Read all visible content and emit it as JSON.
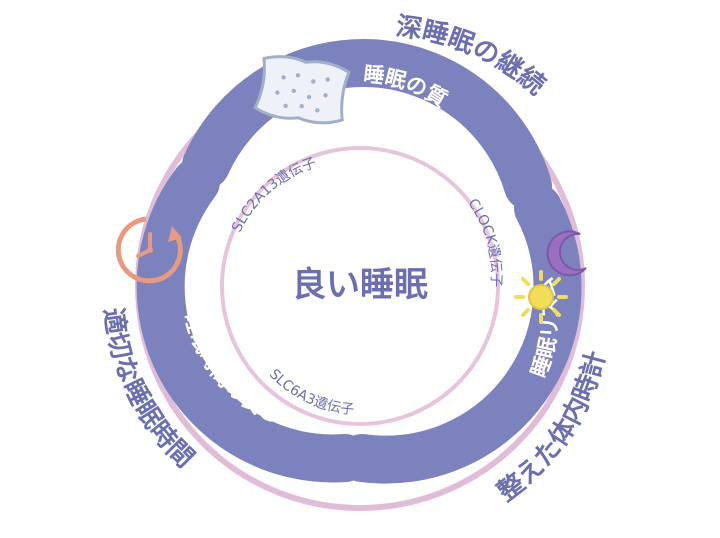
{
  "center": {
    "title": "良い睡眠"
  },
  "segments": {
    "top": "睡眠の質",
    "right": "睡眠リズム",
    "left": "睡眠時間の長さ"
  },
  "outer_labels": {
    "top_right": "深睡眠の継続",
    "bottom_right": "整えた体内時計",
    "left": "適切な睡眠時間"
  },
  "genes": {
    "top": "SLC2A13遺伝子",
    "right": "CLOCK遺伝子",
    "bottom": "SLC6A3遺伝子"
  },
  "icons": [
    "pillow-icon",
    "clock-icon",
    "moon-icon",
    "sun-icon"
  ],
  "colors": {
    "segment": "#7c82bd",
    "outer_ring": "#e0bcd8",
    "inner_ring": "#e6c4dc",
    "text": "#6b6fb0",
    "clock": "#e79a80",
    "moon": "#9a6fc2",
    "sun": "#f2dd5a"
  }
}
